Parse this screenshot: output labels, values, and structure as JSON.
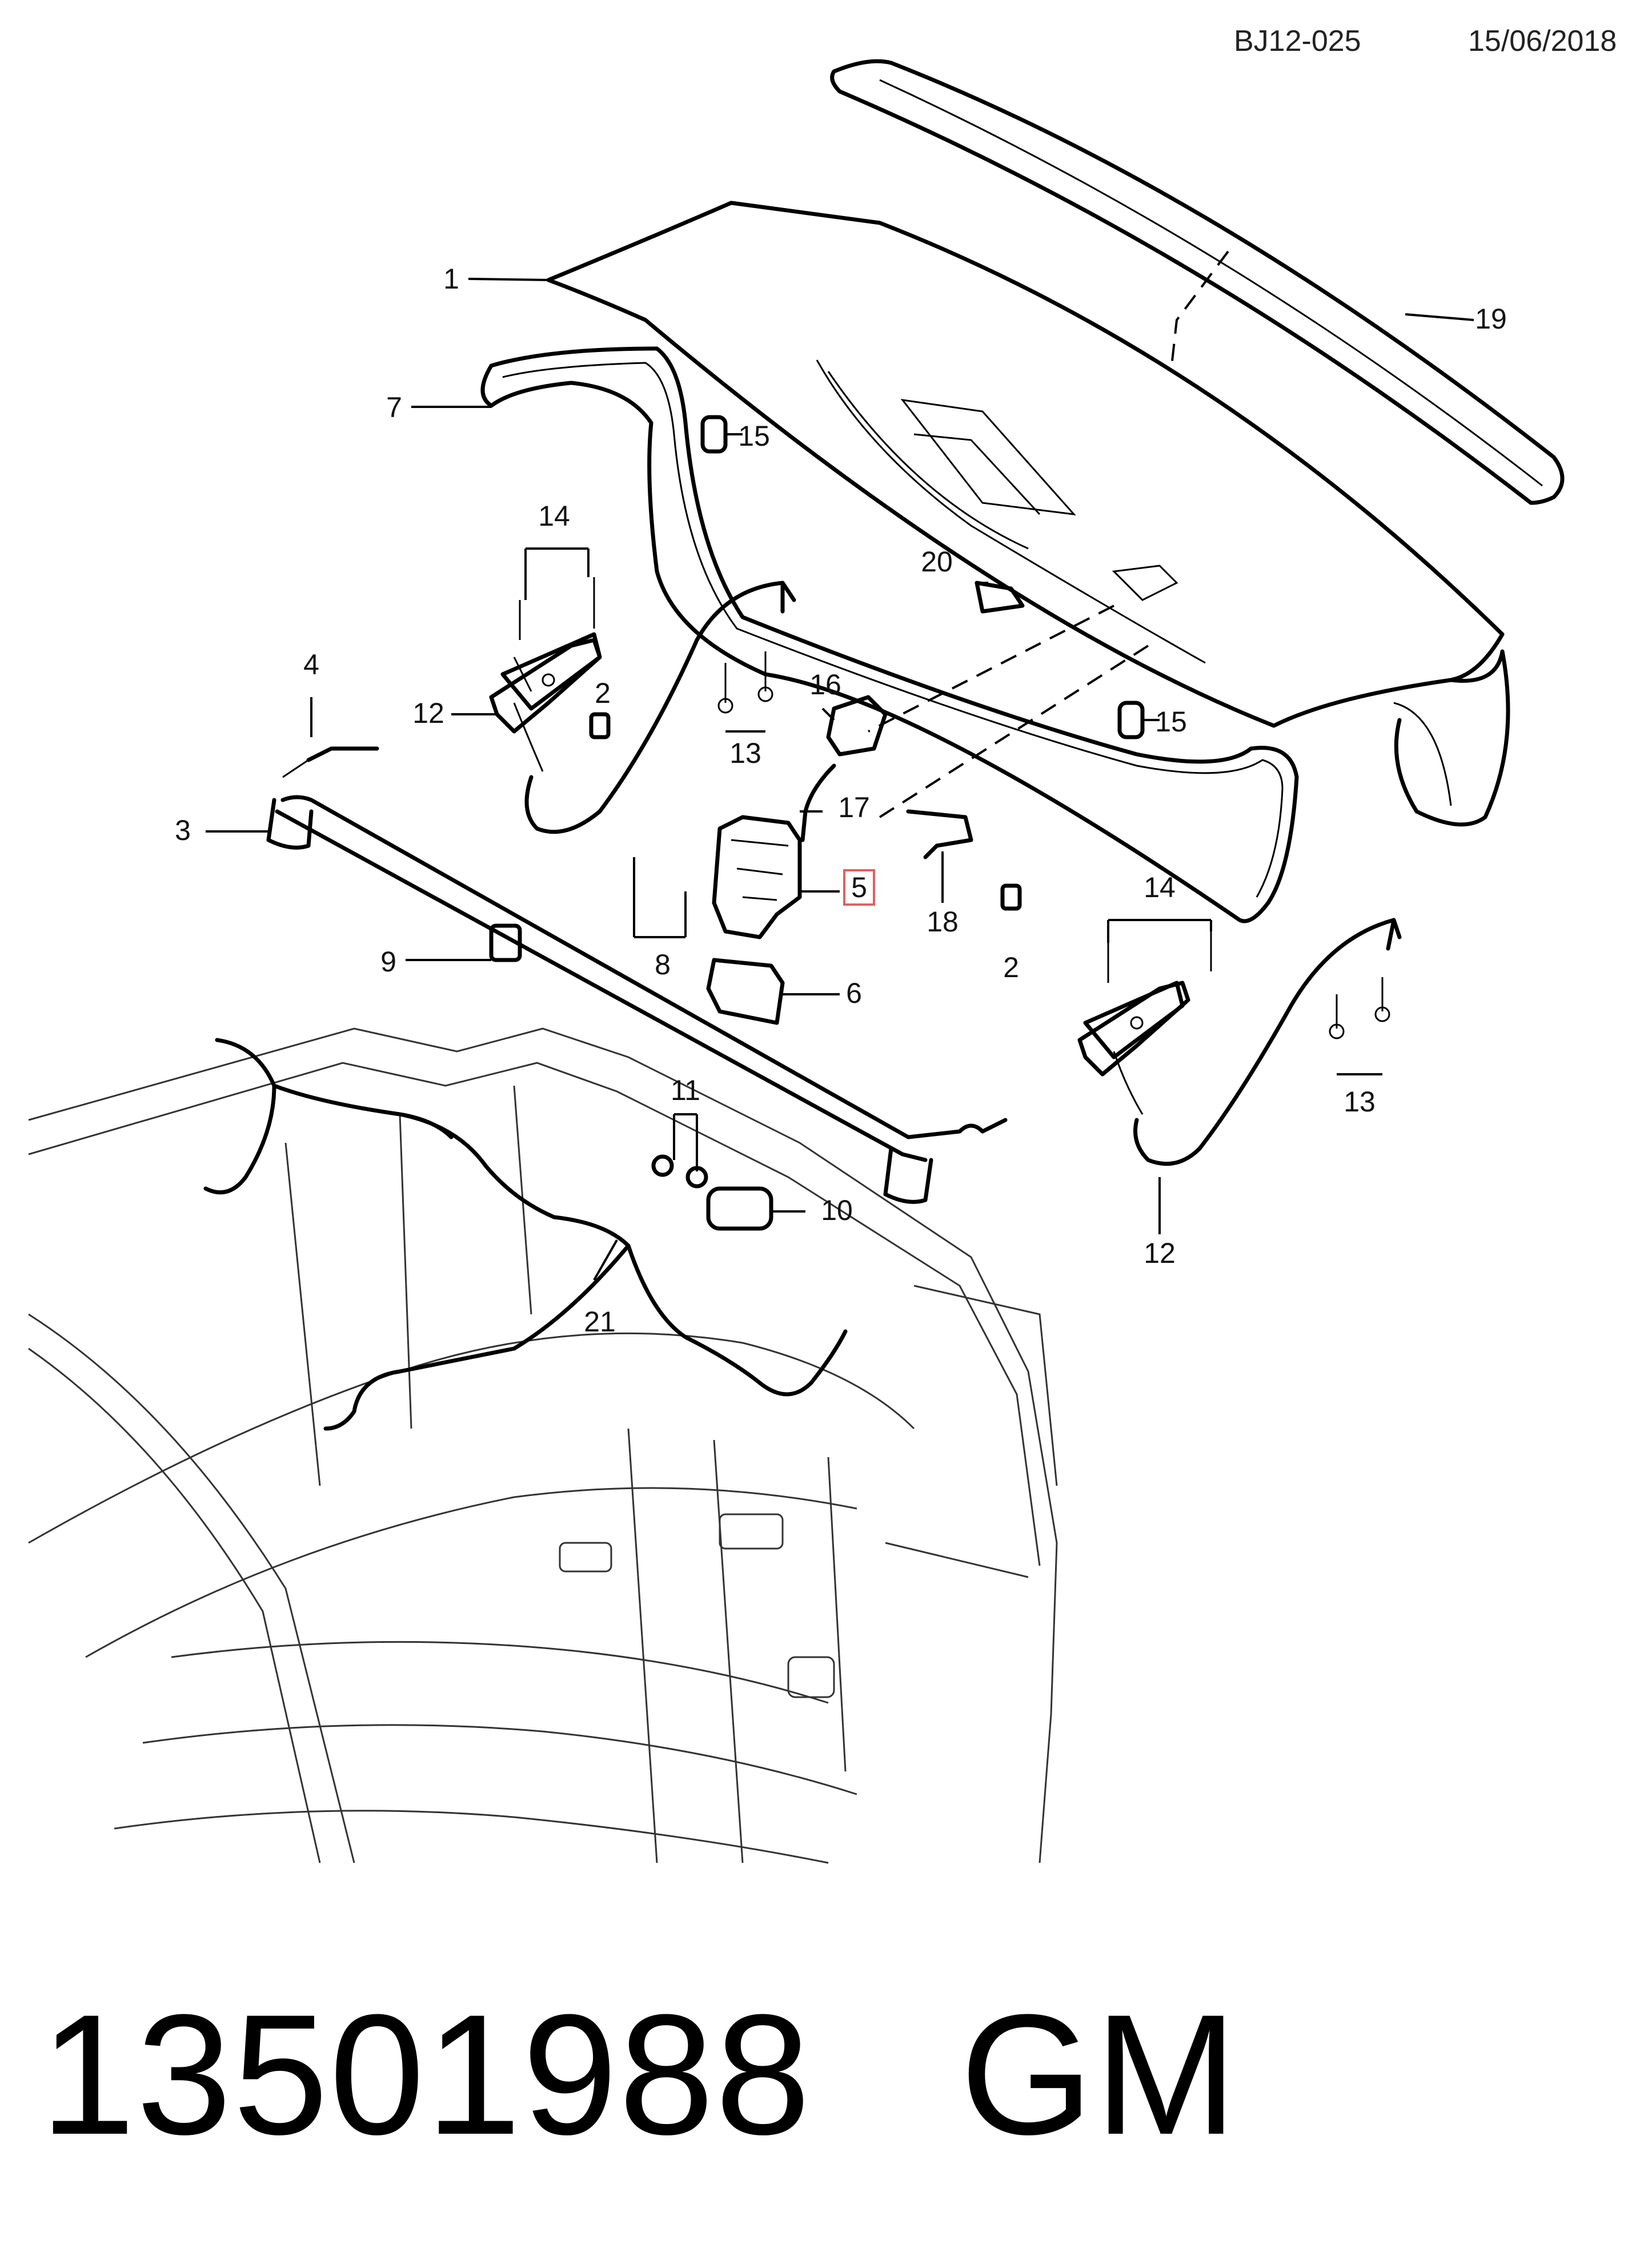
{
  "header": {
    "diagram_code": "BJ12-025",
    "date": "15/06/2018"
  },
  "footer": {
    "part_number": "13501988",
    "brand": "GM"
  },
  "highlighted_callout": "5",
  "callouts": [
    {
      "id": "c1",
      "label": "1"
    },
    {
      "id": "c19",
      "label": "19"
    },
    {
      "id": "c7",
      "label": "7"
    },
    {
      "id": "c15a",
      "label": "15"
    },
    {
      "id": "c14a",
      "label": "14"
    },
    {
      "id": "c20",
      "label": "20"
    },
    {
      "id": "c4",
      "label": "4"
    },
    {
      "id": "c12a",
      "label": "12"
    },
    {
      "id": "c2a",
      "label": "2"
    },
    {
      "id": "c16",
      "label": "16"
    },
    {
      "id": "c15b",
      "label": "15"
    },
    {
      "id": "c13a",
      "label": "13"
    },
    {
      "id": "c17",
      "label": "17"
    },
    {
      "id": "c3",
      "label": "3"
    },
    {
      "id": "c5",
      "label": "5"
    },
    {
      "id": "c18",
      "label": "18"
    },
    {
      "id": "c14b",
      "label": "14"
    },
    {
      "id": "c8",
      "label": "8"
    },
    {
      "id": "c2b",
      "label": "2"
    },
    {
      "id": "c9",
      "label": "9"
    },
    {
      "id": "c6",
      "label": "6"
    },
    {
      "id": "c13b",
      "label": "13"
    },
    {
      "id": "c11",
      "label": "11"
    },
    {
      "id": "c10",
      "label": "10"
    },
    {
      "id": "c12b",
      "label": "12"
    },
    {
      "id": "c21",
      "label": "21"
    }
  ]
}
